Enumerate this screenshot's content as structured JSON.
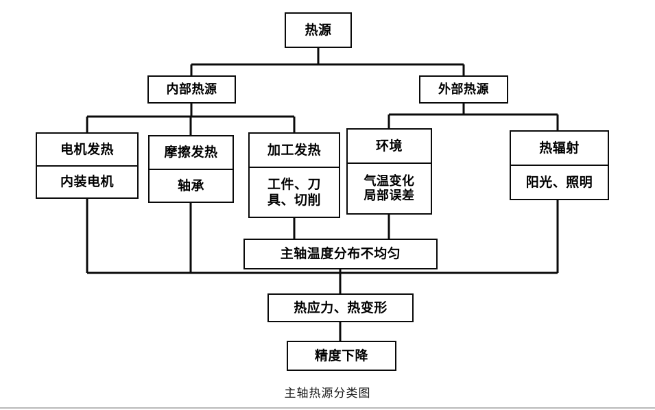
{
  "caption": "主轴热源分类图",
  "diagram": {
    "type": "tree",
    "title": "主轴热源分类图",
    "nodes": [
      {
        "id": "root",
        "title": "热源",
        "detail": ""
      },
      {
        "id": "internal",
        "title": "内部热源",
        "detail": ""
      },
      {
        "id": "external",
        "title": "外部热源",
        "detail": ""
      },
      {
        "id": "motor",
        "title": "电机发热",
        "detail": "内装电机"
      },
      {
        "id": "friction",
        "title": "摩擦发热",
        "detail": "轴承"
      },
      {
        "id": "machining",
        "title": "加工发热",
        "detail": "工件、刀\n具、切削"
      },
      {
        "id": "environment",
        "title": "环境",
        "detail": "气温变化\n局部误差"
      },
      {
        "id": "radiation",
        "title": "热辐射",
        "detail": "阳光、照明"
      },
      {
        "id": "uneven",
        "title": "主轴温度分布不均匀",
        "detail": ""
      },
      {
        "id": "stress",
        "title": "热应力、热变形",
        "detail": ""
      },
      {
        "id": "accuracy",
        "title": "精度下降",
        "detail": ""
      }
    ],
    "edges": [
      {
        "from": "root",
        "to": "internal"
      },
      {
        "from": "root",
        "to": "external"
      },
      {
        "from": "internal",
        "to": "motor"
      },
      {
        "from": "internal",
        "to": "friction"
      },
      {
        "from": "internal",
        "to": "machining"
      },
      {
        "from": "external",
        "to": "environment"
      },
      {
        "from": "external",
        "to": "radiation"
      },
      {
        "from": "machining",
        "to": "uneven"
      },
      {
        "from": "environment",
        "to": "uneven"
      },
      {
        "from": "motor",
        "to": "uneven"
      },
      {
        "from": "friction",
        "to": "uneven"
      },
      {
        "from": "radiation",
        "to": "uneven"
      },
      {
        "from": "uneven",
        "to": "stress"
      },
      {
        "from": "stress",
        "to": "accuracy"
      }
    ],
    "colors": {
      "line": "#0a0a0a",
      "box_fill": "#ffffff",
      "text": "#000000"
    }
  }
}
